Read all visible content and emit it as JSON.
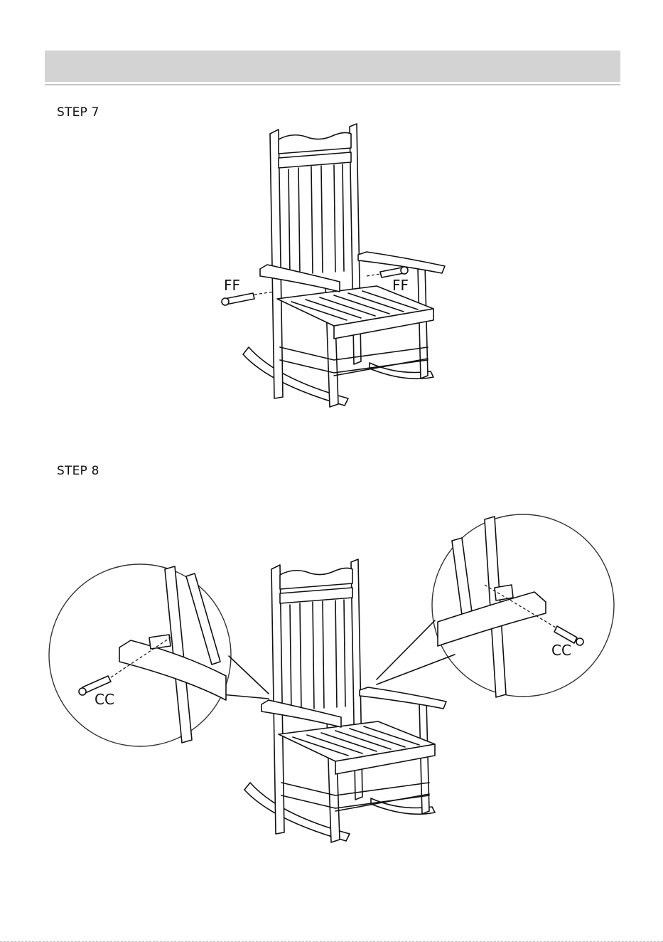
{
  "steps": [
    {
      "label": "STEP 7",
      "parts": [
        "FF",
        "FF"
      ]
    },
    {
      "label": "STEP 8",
      "parts": [
        "CC",
        "CC"
      ]
    }
  ]
}
